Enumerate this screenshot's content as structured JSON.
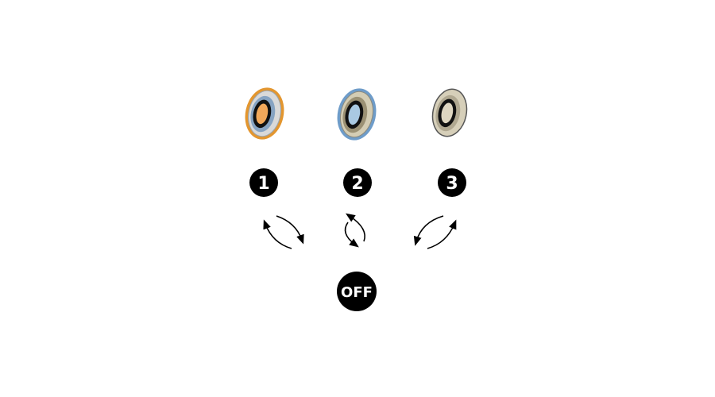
{
  "diagram": {
    "modes": [
      {
        "number": "1",
        "lamp_colors": {
          "glow": "#e3962f",
          "outer": "#d9d9d9",
          "mid": "#86a3c2",
          "inner": "#f2a85a"
        }
      },
      {
        "number": "2",
        "lamp_colors": {
          "glow": "#6e9cc9",
          "outer": "#d4cdb4",
          "mid": "#9b9174",
          "inner": "#a9c9e2"
        }
      },
      {
        "number": "3",
        "lamp_colors": {
          "glow": "#ffffff",
          "outer": "#d6cfb9",
          "mid": "#b0a891",
          "inner": "#ded6c1"
        }
      }
    ],
    "off_label": "OFF",
    "colors": {
      "badge": "#000000",
      "badge_text": "#ffffff",
      "arrows": "#000000"
    },
    "icons": {
      "lamp": "ring-lamp-icon",
      "cycle": "cycle-arrows-icon"
    }
  }
}
